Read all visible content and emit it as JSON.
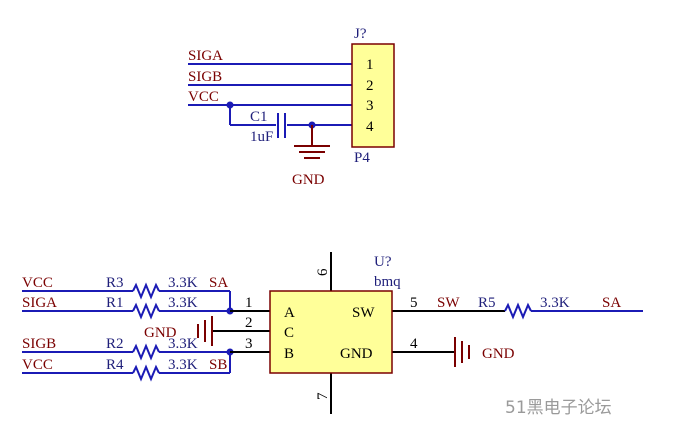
{
  "connector": {
    "ref": "J?",
    "part": "P4",
    "pins": [
      "1",
      "2",
      "3",
      "4"
    ],
    "nets": [
      "SIGA",
      "SIGB",
      "VCC"
    ]
  },
  "capacitor": {
    "ref": "C1",
    "value": "1uF"
  },
  "gnd_label": "GND",
  "resistors": [
    {
      "ref": "R3",
      "value": "3.3K",
      "net_in": "VCC",
      "net_out": "SA"
    },
    {
      "ref": "R1",
      "value": "3.3K",
      "net_in": "SIGA"
    },
    {
      "ref": "R2",
      "value": "3.3K",
      "net_in": "SIGB"
    },
    {
      "ref": "R4",
      "value": "3.3K",
      "net_in": "VCC",
      "net_out": "SB"
    },
    {
      "ref": "R5",
      "value": "3.3K",
      "net_in": "SW",
      "net_out": "SA"
    }
  ],
  "ic": {
    "ref": "U?",
    "part": "bmq",
    "pins_left": [
      {
        "num": "1",
        "name": "A"
      },
      {
        "num": "2",
        "name": "C"
      },
      {
        "num": "3",
        "name": "B"
      }
    ],
    "pins_right": [
      {
        "num": "5",
        "name": "SW"
      },
      {
        "num": "4",
        "name": "GND"
      }
    ],
    "pin_top": "6",
    "pin_bottom": "7"
  },
  "watermark": "51黑电子论坛"
}
